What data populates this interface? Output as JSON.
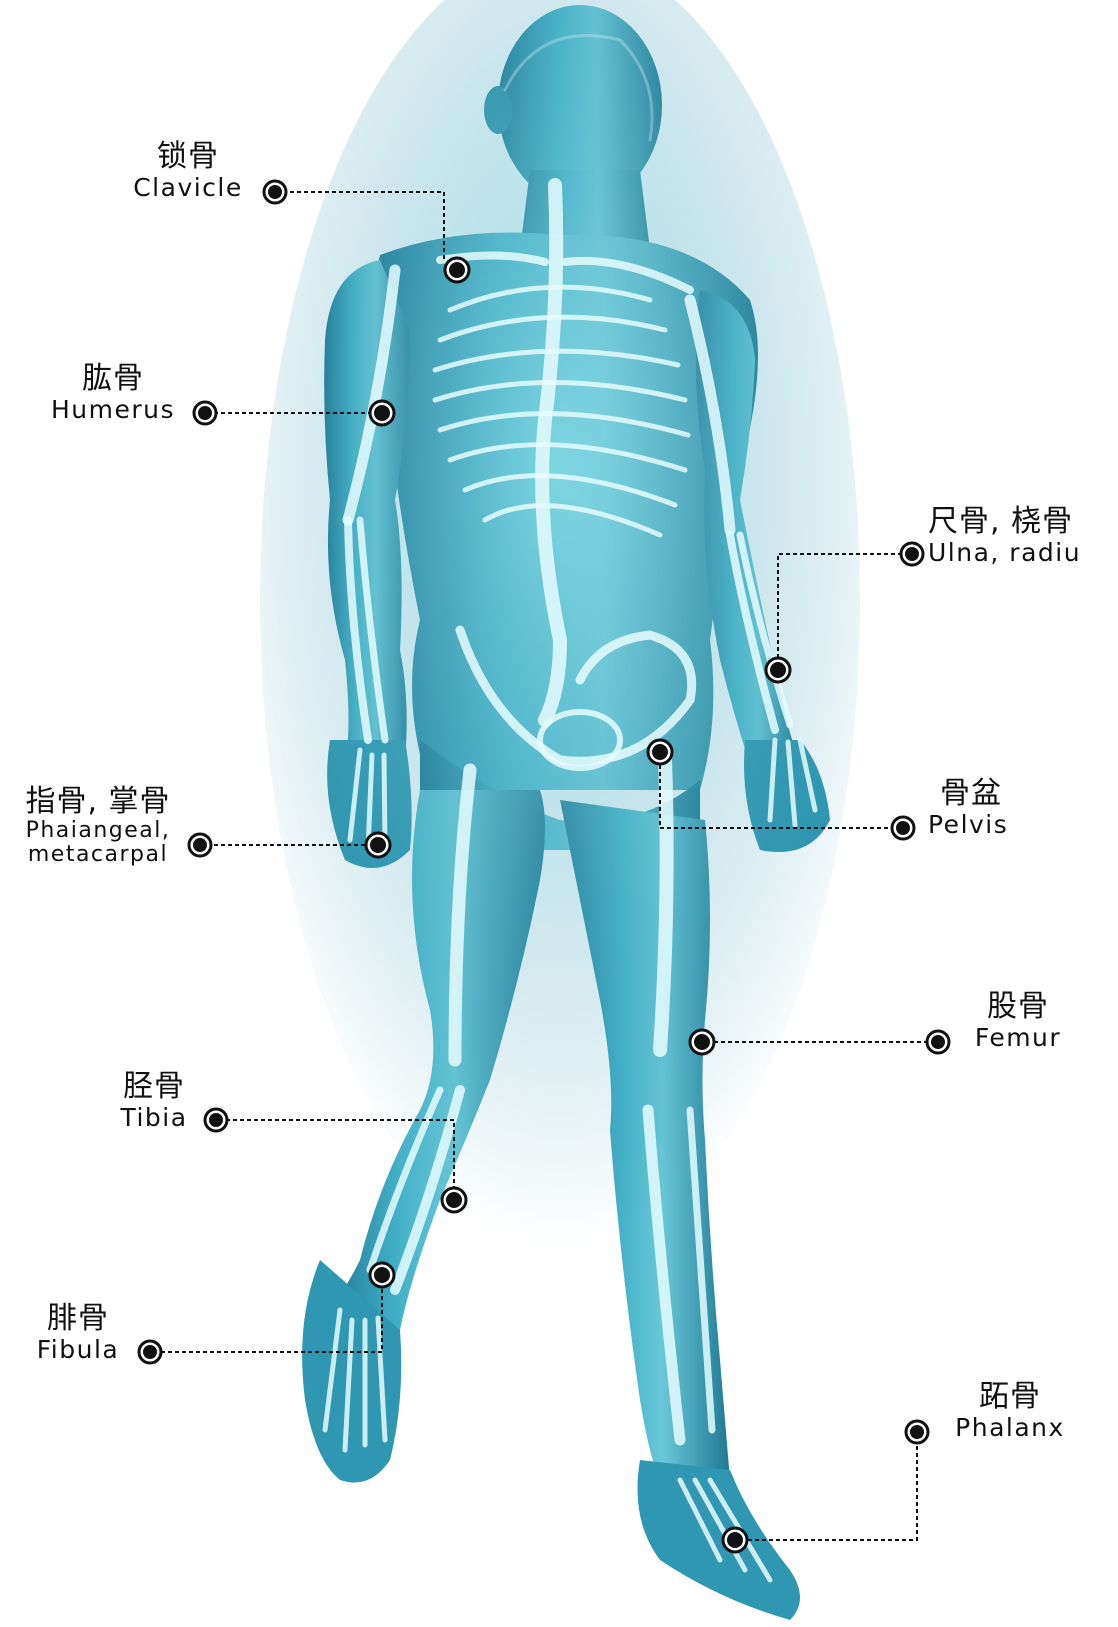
{
  "labels": [
    {
      "id": "clavicle",
      "cn": "锁骨",
      "en": "Clavicle"
    },
    {
      "id": "humerus",
      "cn": "肱骨",
      "en": "Humerus"
    },
    {
      "id": "ulna-radius",
      "cn": "尺骨, 桡骨",
      "en": "Ulna, radiu"
    },
    {
      "id": "phalangeal",
      "cn": "指骨, 掌骨",
      "en": "Phaiangeal,",
      "en2": "metacarpal"
    },
    {
      "id": "pelvis",
      "cn": "骨盆",
      "en": "Pelvis"
    },
    {
      "id": "femur",
      "cn": "股骨",
      "en": "Femur"
    },
    {
      "id": "tibia",
      "cn": "胫骨",
      "en": "Tibia"
    },
    {
      "id": "fibula",
      "cn": "腓骨",
      "en": "Fibula"
    },
    {
      "id": "phalanx",
      "cn": "跖骨",
      "en": "Phalanx"
    }
  ],
  "colors": {
    "body_light": "#7fd3e0",
    "body_mid": "#3ea9c2",
    "body_dark": "#1a6f8c",
    "bone": "#e6fbff",
    "marker": "#111111",
    "leader": "#111111"
  }
}
